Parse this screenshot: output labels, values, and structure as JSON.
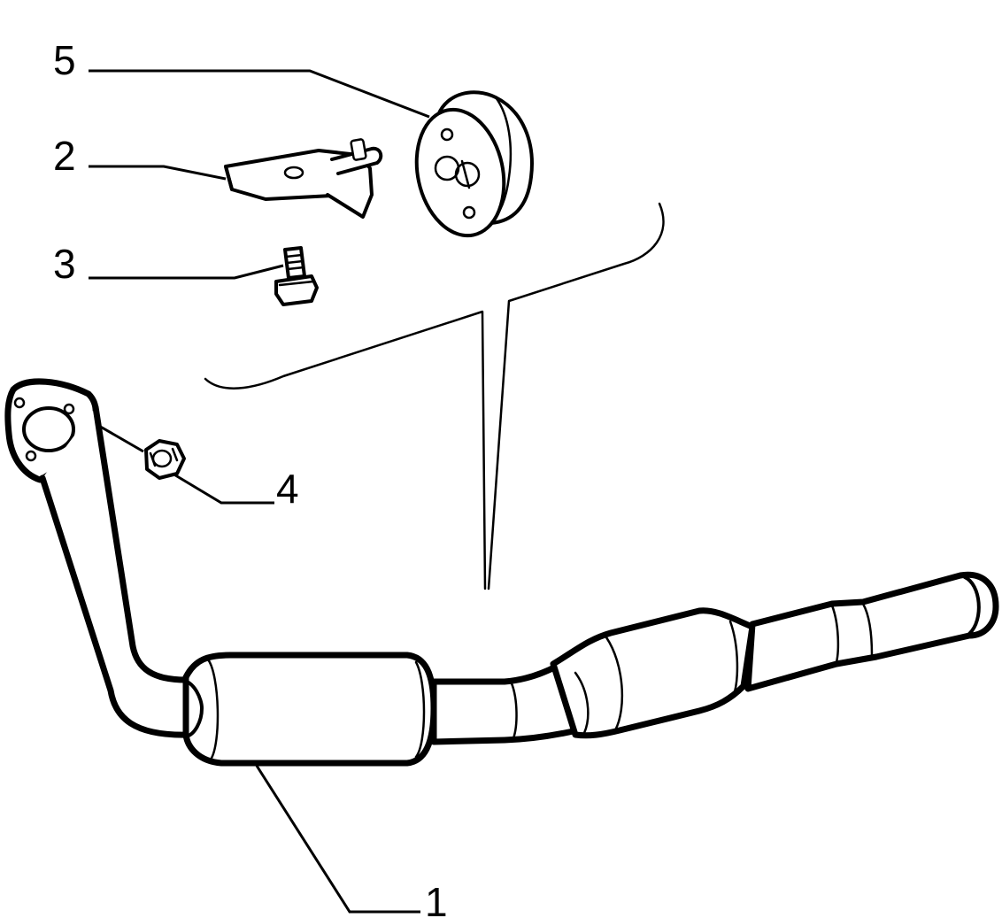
{
  "parts": [
    {
      "id": "exhaust-pipe",
      "label": "1"
    },
    {
      "id": "bracket",
      "label": "2"
    },
    {
      "id": "bolt",
      "label": "3"
    },
    {
      "id": "nut",
      "label": "4"
    },
    {
      "id": "rubber-mount",
      "label": "5"
    }
  ],
  "colors": {
    "ink": "#000000",
    "background": "#ffffff"
  }
}
